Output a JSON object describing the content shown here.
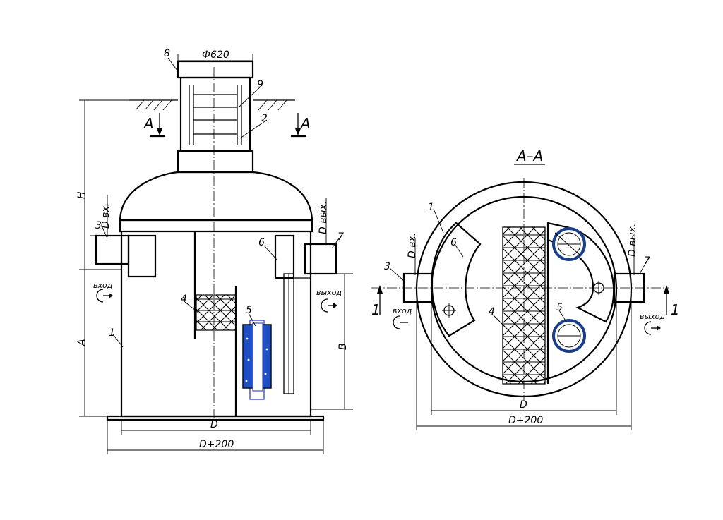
{
  "labels": {
    "d620": "Ф620",
    "n1": "1",
    "n2": "2",
    "n4": "4",
    "n5": "5",
    "n6": "6",
    "n7": "7",
    "n8": "8",
    "n9": "9",
    "n3": "3",
    "section_mark": "А",
    "H": "H",
    "A": "A",
    "B": "B",
    "D": "D",
    "D200": "D+200",
    "d_in": "D вх.",
    "d_out": "D вых.",
    "inlet": "вход",
    "outlet": "выход",
    "section_title": "А–А",
    "view_mark": "1"
  },
  "colors": {
    "line": "#000000",
    "filter_fill": "#1f4fc4",
    "filter_frame": "#4a5ad8",
    "pipe_ring": "#1a3f8a"
  }
}
